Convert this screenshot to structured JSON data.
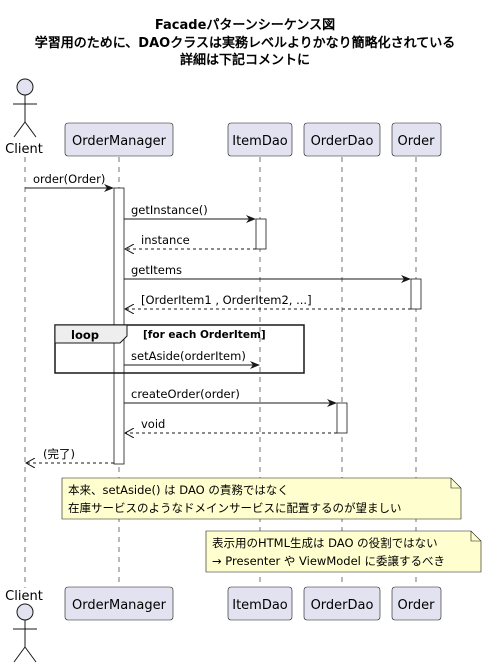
{
  "title": {
    "line1": "Facadeパターンシーケンス図",
    "line2": "学習用のために、DAOクラスは実務レベルよりかなり簡略化されている",
    "line3": "詳細は下記コメントに"
  },
  "participants": {
    "client": "Client",
    "order_manager": "OrderManager",
    "item_dao": "ItemDao",
    "order_dao": "OrderDao",
    "order": "Order"
  },
  "messages": {
    "order_call": "order(Order)",
    "get_instance": "getInstance()",
    "instance_return": "instance",
    "get_items": "getItems",
    "items_return": "[OrderItem1 , OrderItem2, ...]",
    "set_aside": "setAside(orderItem)",
    "create_order": "createOrder(order)",
    "void_return": "void",
    "done_return": "(完了)"
  },
  "loop": {
    "keyword": "loop",
    "condition": "[for each OrderItem]"
  },
  "notes": {
    "note1_line1": "本来、setAside() は DAO の責務ではなく",
    "note1_line2": "在庫サービスのようなドメインサービスに配置するのが望ましい",
    "note2_line1": "表示用のHTML生成は DAO の役割ではない",
    "note2_line2": "→ Presenter や ViewModel に委譲するべき"
  },
  "colors": {
    "participant_fill": "#e2e2f0",
    "participant_stroke": "#181818",
    "note_fill": "#fefece",
    "lifeline": "#181818",
    "activation_fill": "#ffffff"
  }
}
